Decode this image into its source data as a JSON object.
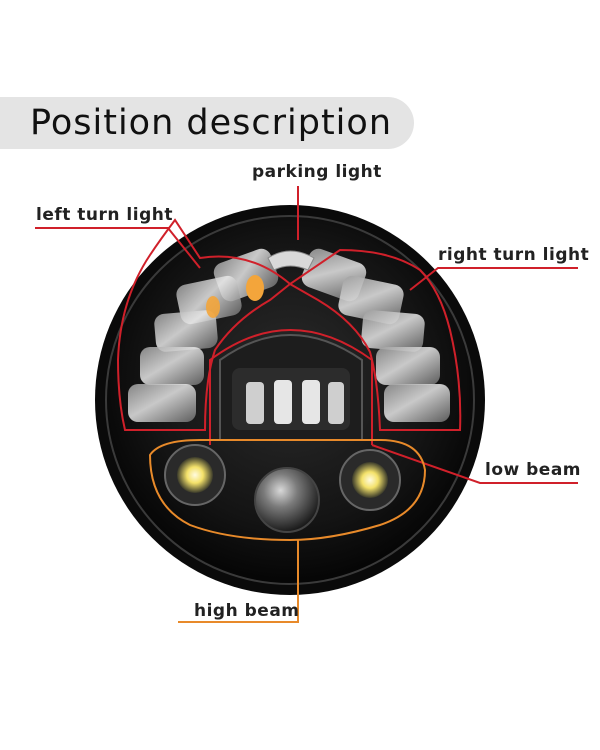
{
  "title": "Position description",
  "labels": {
    "parking_light": "parking light",
    "left_turn_light": "left turn light",
    "right_turn_light": "right turn light",
    "low_beam": "low beam",
    "high_beam": "high beam"
  },
  "colors": {
    "red_callout": "#d0202a",
    "orange_callout": "#e88a2a",
    "lamp_body": "#161616",
    "lamp_rim": "#2a2a2a",
    "led_amber": "#f3a53b",
    "led_yellow": "#f4e26a"
  }
}
